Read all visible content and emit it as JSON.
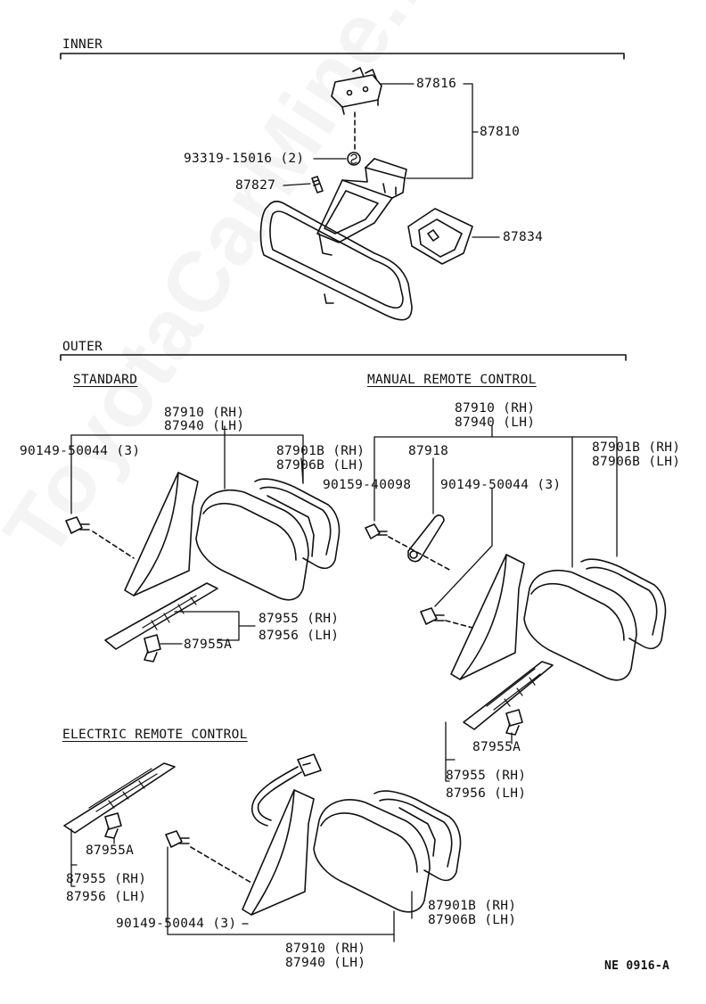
{
  "watermark": "ToyotaCarMine.ru",
  "sections": {
    "inner": "INNER",
    "outer": "OUTER",
    "standard": "STANDARD",
    "manual": "MANUAL REMOTE CONTROL",
    "electric": "ELECTRIC REMOTE CONTROL"
  },
  "inner": {
    "p87816": "87816",
    "p87810": "87810",
    "p93319": "93319-15016 (2)",
    "p87827": "87827",
    "p87834": "87834"
  },
  "standard": {
    "rh": "87910 (RH)",
    "lh": "87940 (LH)",
    "bolt": "90149-50044 (3)",
    "glass_rh": "87901B (RH)",
    "glass_lh": "87906B (LH)",
    "bracket_rh": "87955 (RH)",
    "bracket_lh": "87956 (LH)",
    "clip": "87955A"
  },
  "manual": {
    "rh": "87910 (RH)",
    "lh": "87940 (LH)",
    "knob": "87918",
    "screw": "90159-40098",
    "bolt": "90149-50044 (3)",
    "glass_rh": "87901B (RH)",
    "glass_lh": "87906B (LH)",
    "clip": "87955A",
    "bracket_rh": "87955 (RH)",
    "bracket_lh": "87956 (LH)"
  },
  "electric": {
    "clip": "87955A",
    "bracket_rh": "87955 (RH)",
    "bracket_lh": "87956 (LH)",
    "bolt": "90149-50044 (3)",
    "glass_rh": "87901B (RH)",
    "glass_lh": "87906B (LH)",
    "rh": "87910 (RH)",
    "lh": "87940 (LH)"
  },
  "ref": "NE 0916-A"
}
